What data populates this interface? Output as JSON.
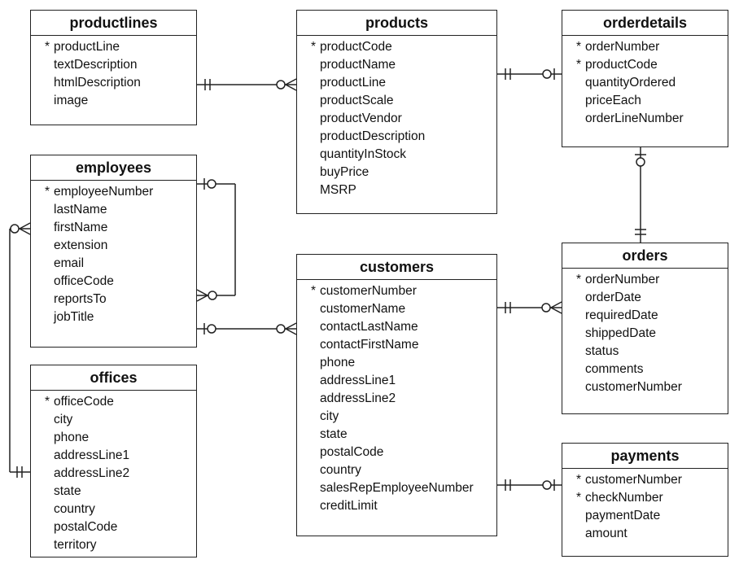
{
  "entities": {
    "productlines": {
      "title": "productlines",
      "attributes": [
        {
          "name": "productLine",
          "key": "*"
        },
        {
          "name": "textDescription",
          "key": ""
        },
        {
          "name": "htmlDescription",
          "key": ""
        },
        {
          "name": "image",
          "key": ""
        }
      ]
    },
    "products": {
      "title": "products",
      "attributes": [
        {
          "name": "productCode",
          "key": "*"
        },
        {
          "name": "productName",
          "key": ""
        },
        {
          "name": "productLine",
          "key": ""
        },
        {
          "name": "productScale",
          "key": ""
        },
        {
          "name": "productVendor",
          "key": ""
        },
        {
          "name": "productDescription",
          "key": ""
        },
        {
          "name": "quantityInStock",
          "key": ""
        },
        {
          "name": "buyPrice",
          "key": ""
        },
        {
          "name": "MSRP",
          "key": ""
        }
      ]
    },
    "orderdetails": {
      "title": "orderdetails",
      "attributes": [
        {
          "name": "orderNumber",
          "key": "*"
        },
        {
          "name": "productCode",
          "key": "*"
        },
        {
          "name": "quantityOrdered",
          "key": ""
        },
        {
          "name": "priceEach",
          "key": ""
        },
        {
          "name": "orderLineNumber",
          "key": ""
        }
      ]
    },
    "employees": {
      "title": "employees",
      "attributes": [
        {
          "name": "employeeNumber",
          "key": "*"
        },
        {
          "name": "lastName",
          "key": ""
        },
        {
          "name": "firstName",
          "key": ""
        },
        {
          "name": "extension",
          "key": ""
        },
        {
          "name": "email",
          "key": ""
        },
        {
          "name": "officeCode",
          "key": ""
        },
        {
          "name": "reportsTo",
          "key": ""
        },
        {
          "name": "jobTitle",
          "key": ""
        }
      ]
    },
    "customers": {
      "title": "customers",
      "attributes": [
        {
          "name": "customerNumber",
          "key": "*"
        },
        {
          "name": "customerName",
          "key": ""
        },
        {
          "name": "contactLastName",
          "key": ""
        },
        {
          "name": "contactFirstName",
          "key": ""
        },
        {
          "name": "phone",
          "key": ""
        },
        {
          "name": "addressLine1",
          "key": ""
        },
        {
          "name": "addressLine2",
          "key": ""
        },
        {
          "name": "city",
          "key": ""
        },
        {
          "name": "state",
          "key": ""
        },
        {
          "name": "postalCode",
          "key": ""
        },
        {
          "name": "country",
          "key": ""
        },
        {
          "name": "salesRepEmployeeNumber",
          "key": ""
        },
        {
          "name": "creditLimit",
          "key": ""
        }
      ]
    },
    "orders": {
      "title": "orders",
      "attributes": [
        {
          "name": "orderNumber",
          "key": "*"
        },
        {
          "name": "orderDate",
          "key": ""
        },
        {
          "name": "requiredDate",
          "key": ""
        },
        {
          "name": "shippedDate",
          "key": ""
        },
        {
          "name": "status",
          "key": ""
        },
        {
          "name": "comments",
          "key": ""
        },
        {
          "name": "customerNumber",
          "key": ""
        }
      ]
    },
    "offices": {
      "title": "offices",
      "attributes": [
        {
          "name": "officeCode",
          "key": "*"
        },
        {
          "name": "city",
          "key": ""
        },
        {
          "name": "phone",
          "key": ""
        },
        {
          "name": "addressLine1",
          "key": ""
        },
        {
          "name": "addressLine2",
          "key": ""
        },
        {
          "name": "state",
          "key": ""
        },
        {
          "name": "country",
          "key": ""
        },
        {
          "name": "postalCode",
          "key": ""
        },
        {
          "name": "territory",
          "key": ""
        }
      ]
    },
    "payments": {
      "title": "payments",
      "attributes": [
        {
          "name": "customerNumber",
          "key": "*"
        },
        {
          "name": "checkNumber",
          "key": "*"
        },
        {
          "name": "paymentDate",
          "key": ""
        },
        {
          "name": "amount",
          "key": ""
        }
      ]
    }
  },
  "relationships": [
    {
      "from": "productlines",
      "from_end": "one-and-only-one",
      "to": "products",
      "to_end": "zero-or-many"
    },
    {
      "from": "products",
      "from_end": "one-and-only-one",
      "to": "orderdetails",
      "to_end": "zero-or-one"
    },
    {
      "from": "orderdetails",
      "from_end": "zero-or-one",
      "to": "orders",
      "to_end": "one-and-only-one"
    },
    {
      "from": "customers",
      "from_end": "one-and-only-one",
      "to": "orders",
      "to_end": "zero-or-many"
    },
    {
      "from": "customers",
      "from_end": "one-and-only-one",
      "to": "payments",
      "to_end": "zero-or-one"
    },
    {
      "from": "employees",
      "from_end": "zero-or-one",
      "to": "customers",
      "to_end": "zero-or-many"
    },
    {
      "from": "employees",
      "from_end": "zero-or-one",
      "to": "employees",
      "to_end": "zero-or-many"
    },
    {
      "from": "offices",
      "from_end": "one-and-only-one",
      "to": "employees",
      "to_end": "zero-or-many"
    }
  ]
}
